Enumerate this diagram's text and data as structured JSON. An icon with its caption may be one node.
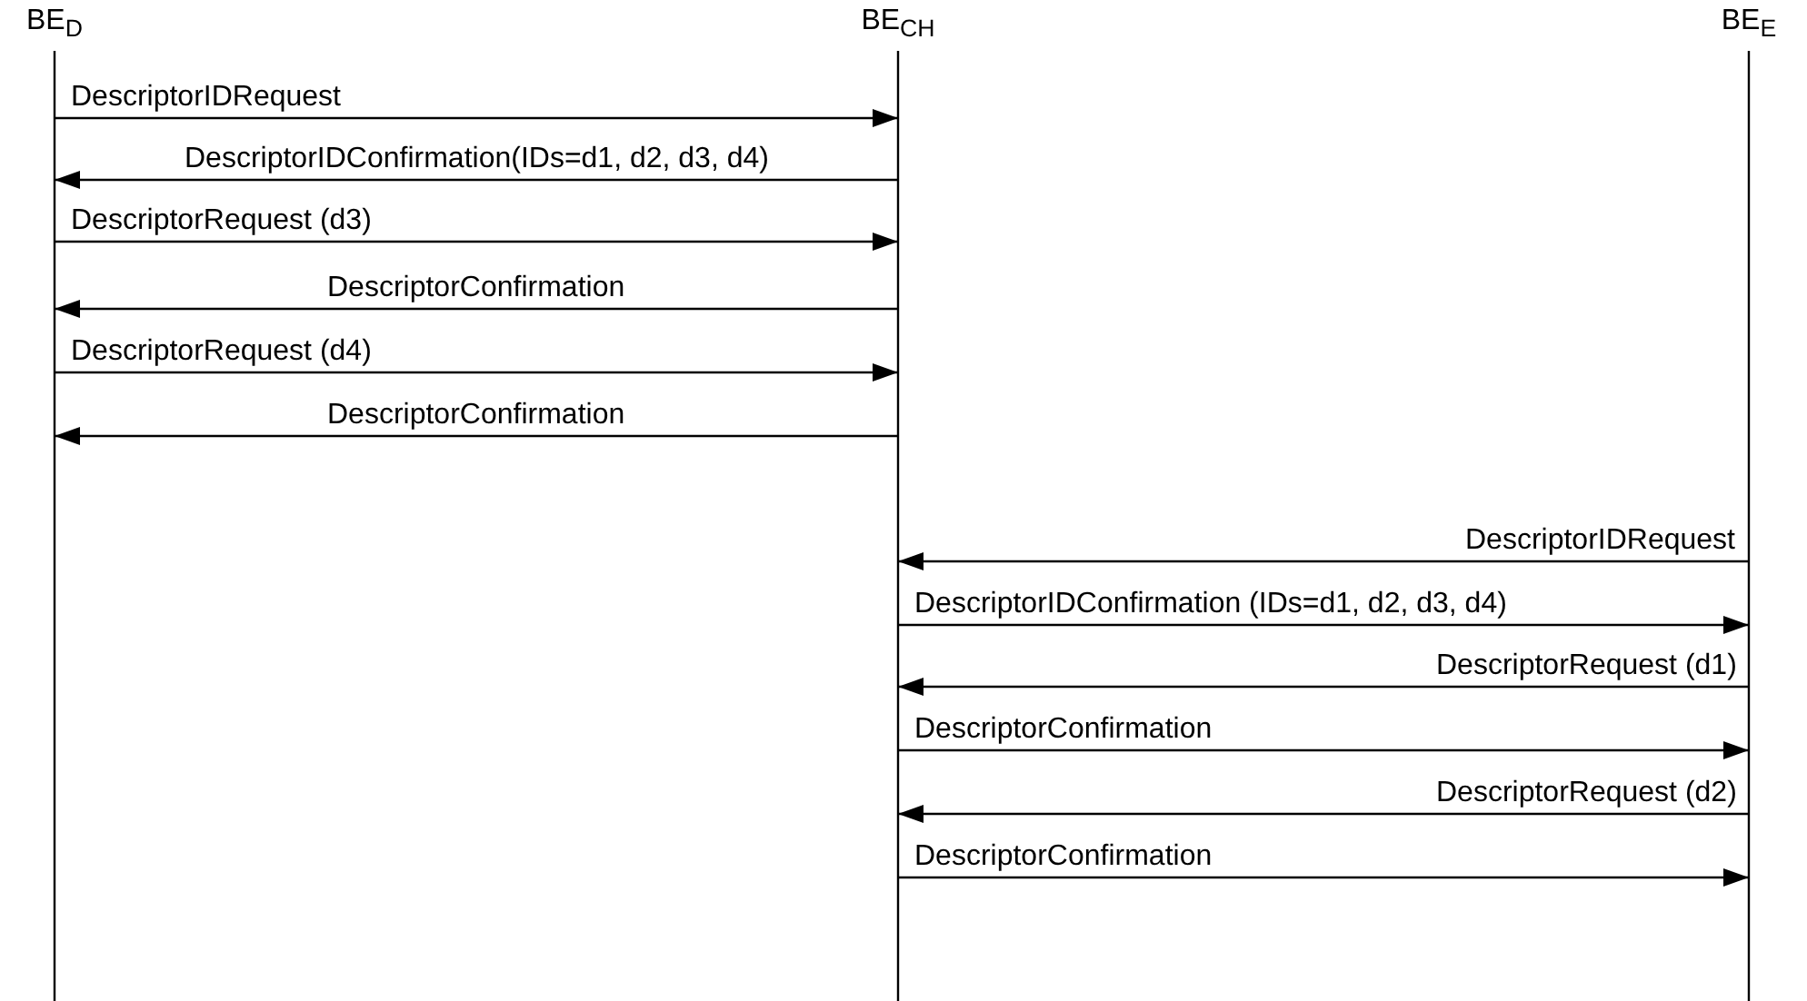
{
  "diagram": {
    "nodes": [
      {
        "text": [
          "BE$_{D}$"
        ]
      },
      {
        "text": [
          "BE$_{CH}$"
        ]
      },
      {
        "text": [
          "BE$_{E}$"
        ]
      }
    ],
    "edges": [
      {
        "from": 0,
        "to": 1,
        "arrow": "to",
        "label": "DescriptorIDRequest"
      },
      {
        "from": 1,
        "to": 0,
        "arrow": "to",
        "label": "DescriptorIDConfirmation(IDs=d1, d2, d3, d4)"
      },
      {
        "from": 0,
        "to": 1,
        "arrow": "to",
        "label": "DescriptorRequest (d3)"
      },
      {
        "from": 1,
        "to": 0,
        "arrow": "to",
        "label": "DescriptorConfirmation"
      },
      {
        "from": 0,
        "to": 1,
        "arrow": "to",
        "label": "DescriptorRequest (d4)"
      },
      {
        "from": 1,
        "to": 0,
        "arrow": "to",
        "label": "DescriptorConfirmation"
      },
      {
        "from": 2,
        "to": 1,
        "arrow": "to",
        "label": "DescriptorIDRequest"
      },
      {
        "from": 1,
        "to": 2,
        "arrow": "to",
        "label": "DescriptorIDConfirmation (IDs=d1, d2, d3, d4)"
      },
      {
        "from": 2,
        "to": 1,
        "arrow": "to",
        "label": "DescriptorRequest (d1)"
      },
      {
        "from": 1,
        "to": 2,
        "arrow": "to",
        "label": "DescriptorConfirmation"
      },
      {
        "from": 2,
        "to": 1,
        "arrow": "to",
        "label": "DescriptorRequest (d2)"
      },
      {
        "from": 1,
        "to": 2,
        "arrow": "to",
        "label": "DescriptorConfirmation"
      }
    ]
  }
}
